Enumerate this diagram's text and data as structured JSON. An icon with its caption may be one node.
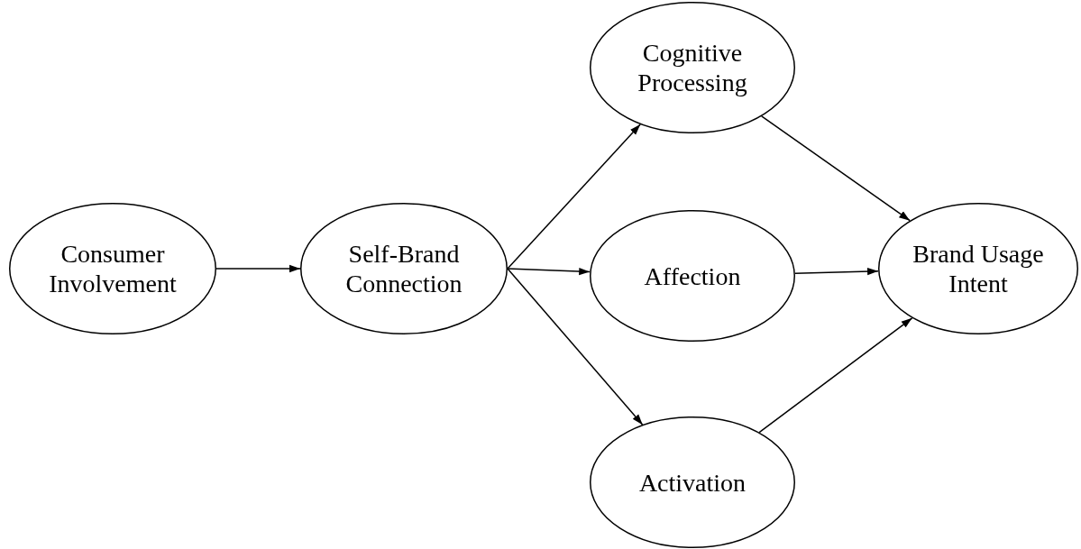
{
  "diagram": {
    "nodes": [
      {
        "text": [
          "Consumer Involvement"
        ]
      },
      {
        "text": [
          "Self-Brand Connection"
        ]
      },
      {
        "text": [
          "Cognitive Processing"
        ]
      },
      {
        "text": [
          "Affection"
        ]
      },
      {
        "text": [
          "Activation"
        ]
      },
      {
        "text": [
          "Brand Usage Intent"
        ]
      }
    ],
    "edges": [
      {
        "from": 0,
        "to": 1,
        "arrow": "to"
      },
      {
        "from": 1,
        "to": 2,
        "arrow": "to"
      },
      {
        "from": 1,
        "to": 3,
        "arrow": "to"
      },
      {
        "from": 1,
        "to": 4,
        "arrow": "to"
      },
      {
        "from": 2,
        "to": 5,
        "arrow": "to"
      },
      {
        "from": 3,
        "to": 5,
        "arrow": "to"
      },
      {
        "from": 4,
        "to": 5,
        "arrow": "to"
      }
    ]
  }
}
